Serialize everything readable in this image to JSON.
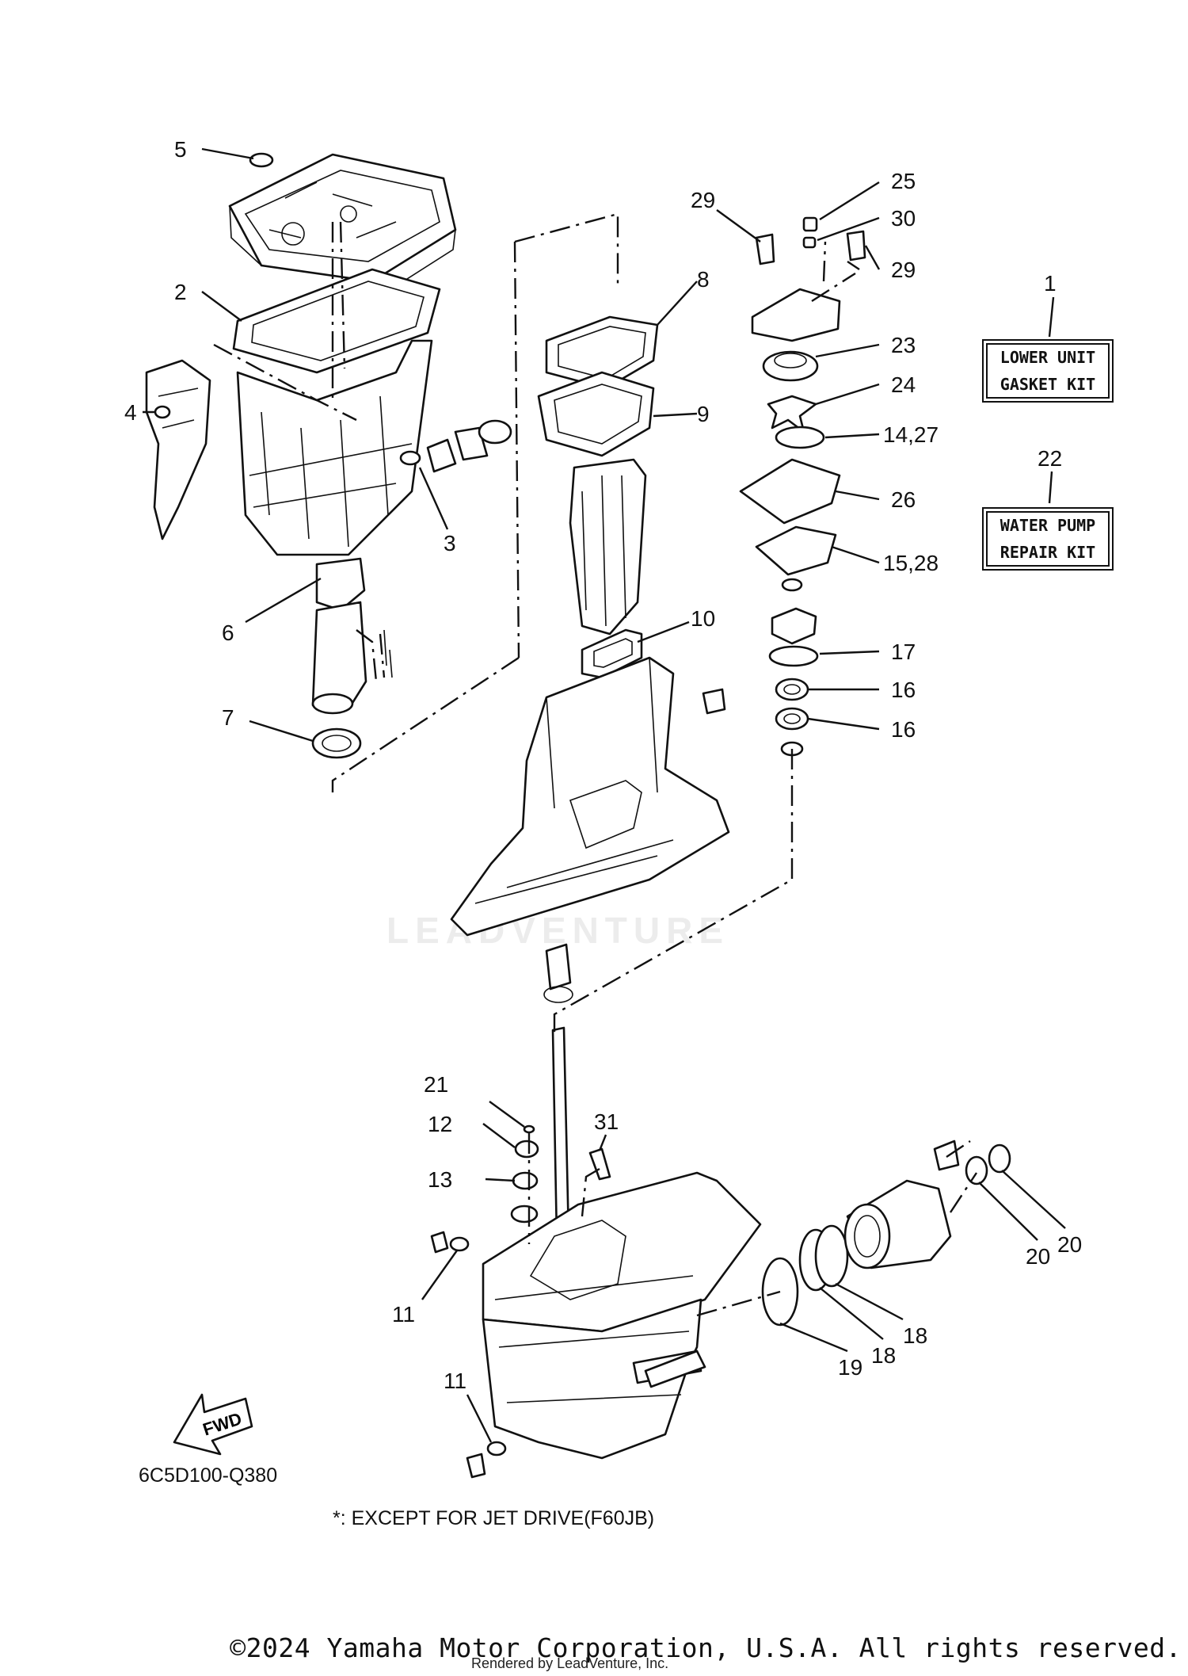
{
  "diagram": {
    "callouts": [
      "5",
      "2",
      "4",
      "3",
      "6",
      "7",
      "8",
      "9",
      "10",
      "29",
      "25",
      "30",
      "29",
      "23",
      "24",
      "14,27",
      "26",
      "15,28",
      "17",
      "16",
      "16",
      "21",
      "12",
      "31",
      "13",
      "11",
      "11",
      "20",
      "20",
      "18",
      "18",
      "19"
    ],
    "kit_boxes": [
      {
        "number": "1",
        "line1": "LOWER UNIT",
        "line2": "GASKET KIT"
      },
      {
        "number": "22",
        "line1": "WATER PUMP",
        "line2": "REPAIR KIT"
      }
    ],
    "fwd_label": "FWD",
    "diagram_code": "6C5D100-Q380",
    "note": "*: EXCEPT FOR JET DRIVE(F60JB)",
    "watermark": "LEADVENTURE"
  },
  "footer": {
    "copyright": "©2024 Yamaha Motor Corporation, U.S.A. All rights reserved.",
    "render_credit": "Rendered by LeadVenture, Inc."
  }
}
